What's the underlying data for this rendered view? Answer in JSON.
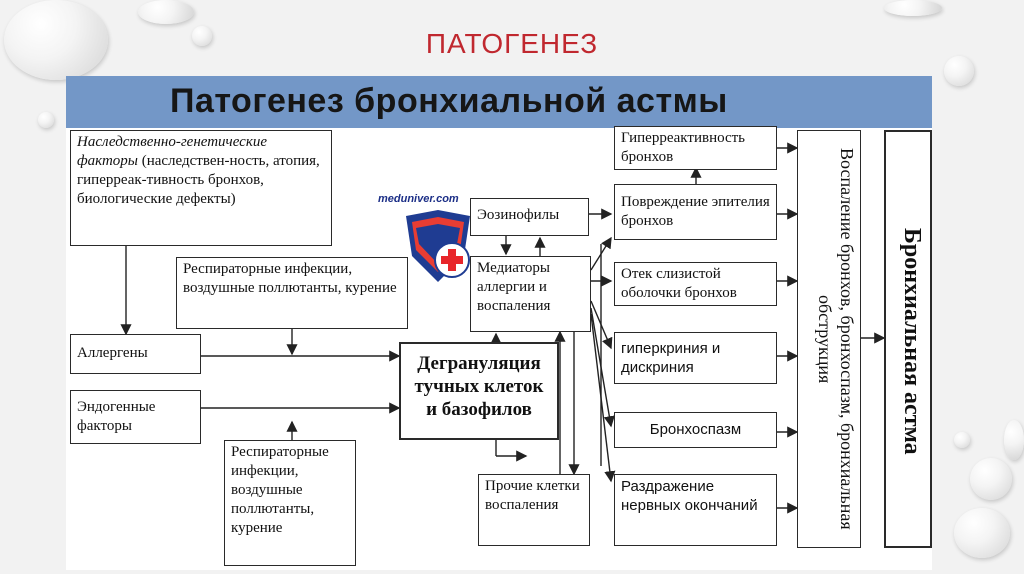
{
  "slide": {
    "title": "ПАТОГЕНЕЗ"
  },
  "figure": {
    "banner_title": "Патогенез бронхиальной астмы",
    "watermark": "meduniver.com",
    "boxes": {
      "hereditary_italic": "Наследственно-генетические факторы",
      "hereditary_rest": "(наследствен-ность, атопия, гиперреак-тивность бронхов, биологические дефекты)",
      "respiratory_top": "Респираторные инфекции, воздушные поллютанты, курение",
      "allergens": "Аллергены",
      "endogenous": "Эндогенные факторы",
      "respiratory_bottom": "Респираторные инфекции, воздушные поллютанты, курение",
      "degranulation": "Дегрануляция тучных клеток и базофилов",
      "eosinophils": "Эозинофилы",
      "mediators": "Медиаторы аллергии и воспаления",
      "other_cells": "Прочие клетки воспаления",
      "hyperreactivity": "Гиперреактивность бронхов",
      "epithelium": "Повреждение эпителия бронхов",
      "edema": "Отек слизистой оболочки бронхов",
      "hypercrinia": "гиперкриния и дискриния",
      "bronchospasm": "Бронхоспазм",
      "nerve": "Раздражение нервных окончаний",
      "inflammation_col": "Воспаление бронхов, бронхоспазм, бронхиальная обструкция",
      "asthma_col": "Бронхиальная астма"
    }
  }
}
